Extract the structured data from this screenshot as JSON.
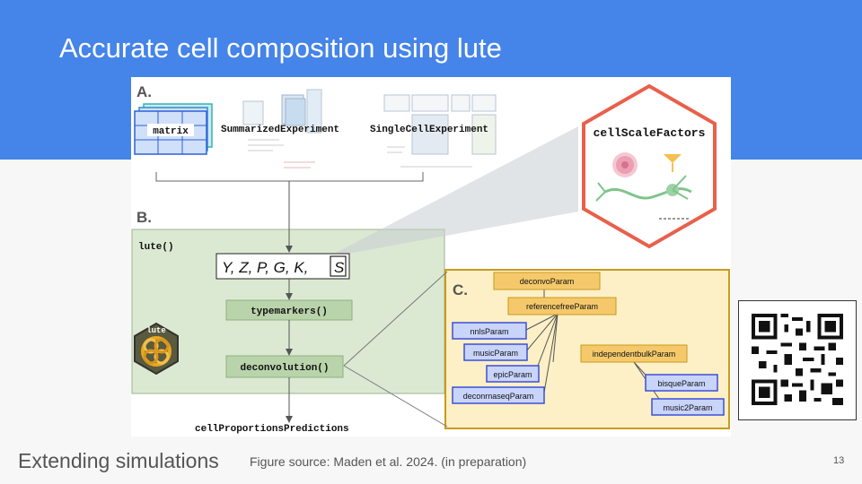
{
  "slide": {
    "title": "Accurate cell composition using lute",
    "footer_left": "Extending simulations",
    "figure_source": "Figure source: Maden et al. 2024. (in preparation)",
    "page_number": "13"
  },
  "colors": {
    "header": "#4584e9",
    "panel_b_fill": "#dbe9d3",
    "panel_c_fill": "#fdf0c6",
    "panel_c_border": "#c89a1e",
    "hexagon_border": "#e8604c",
    "param_blue": "#3b4fd6"
  },
  "figure": {
    "panel_a": {
      "label": "A.",
      "objects": [
        "matrix",
        "SummarizedExperiment",
        "SingleCellExperiment"
      ]
    },
    "panel_b": {
      "label": "B.",
      "function": "lute()",
      "formula_prefix": "Y, Z, P, G, K,",
      "formula_boxed": "S",
      "steps": [
        "typemarkers()",
        "deconvolution()"
      ],
      "logo_text": "lute",
      "output": "cellProportionsPredictions"
    },
    "hexagon": {
      "title": "cellScaleFactors"
    },
    "panel_c": {
      "label": "C.",
      "classes": {
        "root": "deconvoParam",
        "reference_free": "referencefreeParam",
        "independent_bulk": "independentbulkParam",
        "nnls": "nnlsParam",
        "music": "musicParam",
        "epic": "epicParam",
        "deconrnaseq": "deconrnaseqParam",
        "bisque": "bisqueParam",
        "music2": "music2Param"
      }
    }
  }
}
